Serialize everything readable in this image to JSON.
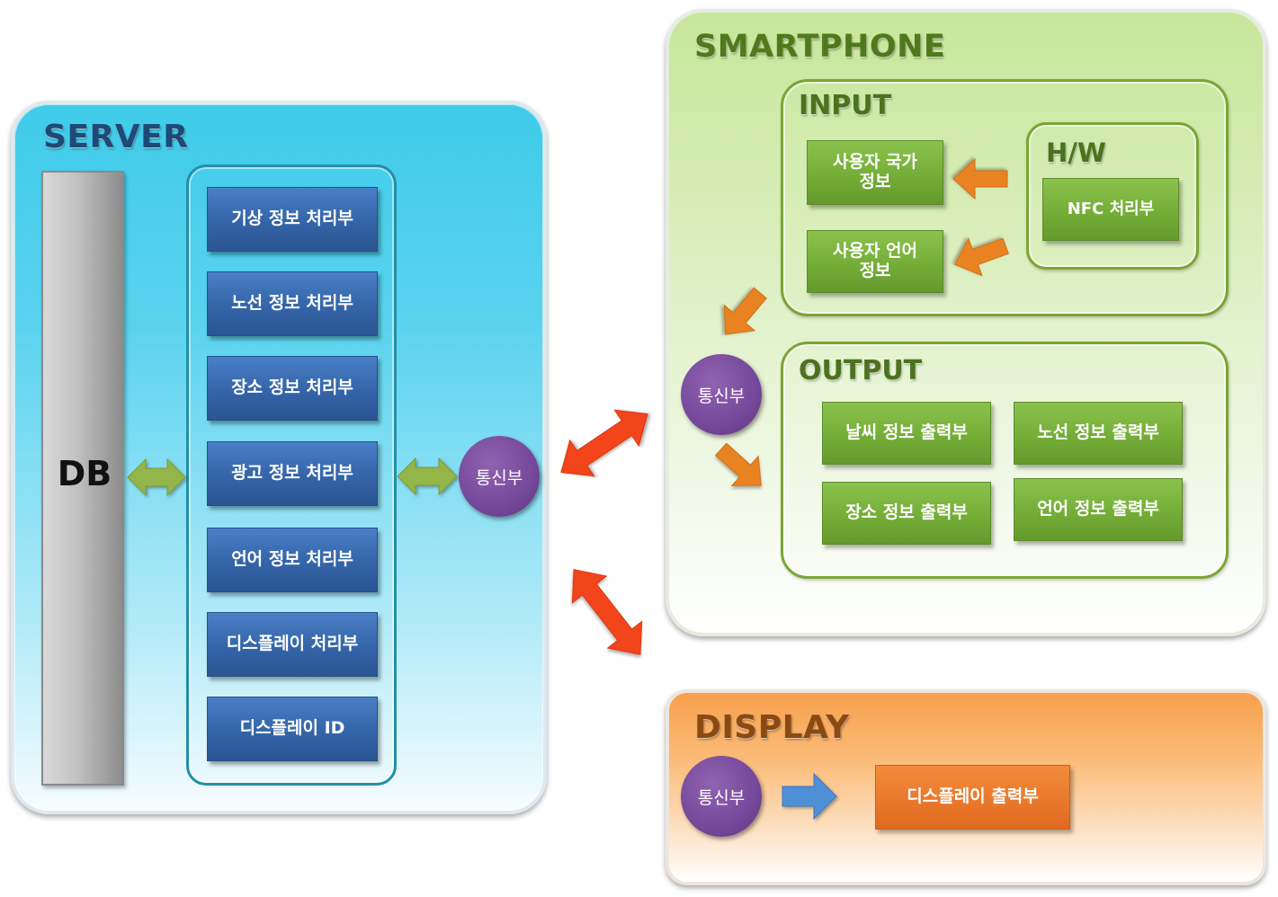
{
  "server": {
    "title": "SERVER",
    "db_label": "DB",
    "modules": [
      "기상 정보 처리부",
      "노선 정보 처리부",
      "장소 정보 처리부",
      "광고 정보 처리부",
      "언어 정보 처리부",
      "디스플레이 처리부",
      "디스플레이 ID"
    ],
    "comm_label": "통신부"
  },
  "smartphone": {
    "title": "SMARTPHONE",
    "input": {
      "title": "INPUT",
      "items": [
        "사용자 국가\n정보",
        "사용자 언어\n정보"
      ],
      "hw": {
        "title": "H/W",
        "item": "NFC 처리부"
      }
    },
    "comm_label": "통신부",
    "output": {
      "title": "OUTPUT",
      "items": [
        "날씨 정보 출력부",
        "노선 정보 출력부",
        "장소 정보 출력부",
        "언어 정보 출력부"
      ]
    }
  },
  "display": {
    "title": "DISPLAY",
    "comm_label": "통신부",
    "output_item": "디스플레이 출력부"
  },
  "colors": {
    "server_bg": "#4fcfed",
    "smartphone_bg": "#d3ecae",
    "display_bg": "#f8a552",
    "blue_box": "#3a6bb0",
    "green_box": "#76ae38",
    "orange_box": "#ec7a2c",
    "comm_circle": "#7a4c9e",
    "red_arrow": "#f2441c",
    "orange_arrow": "#e98320",
    "green_arrow": "#93b54a",
    "blue_arrow": "#4f8fd6"
  }
}
